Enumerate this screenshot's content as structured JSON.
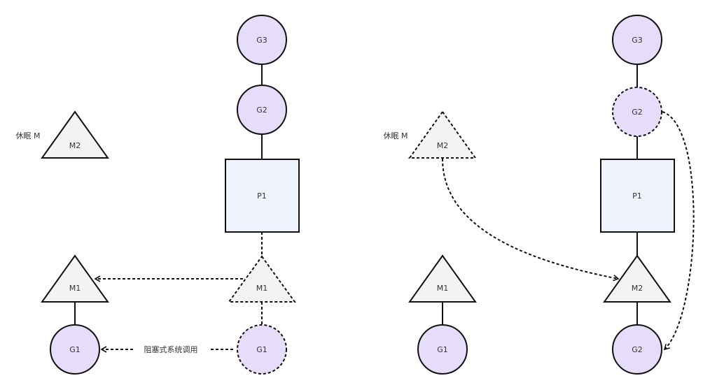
{
  "colors": {
    "goroutine": "#e6ddfa",
    "machine": "#f3f3f3",
    "processor": "#eef3fd",
    "stroke": "#111111"
  },
  "left": {
    "g3": "G3",
    "g2": "G2",
    "p1": "P1",
    "m1_dashed": "M1",
    "g1_dashed": "G1",
    "m1": "M1",
    "g1": "G1",
    "m2": "M2",
    "idle_label": "休眠 M",
    "syscall_label": "阻塞式系统调用"
  },
  "right": {
    "g3": "G3",
    "g2_dashed": "G2",
    "p1": "P1",
    "m2": "M2",
    "g2": "G2",
    "m1": "M1",
    "g1": "G1",
    "m2_dashed": "M2",
    "idle_label": "休眠 M"
  }
}
